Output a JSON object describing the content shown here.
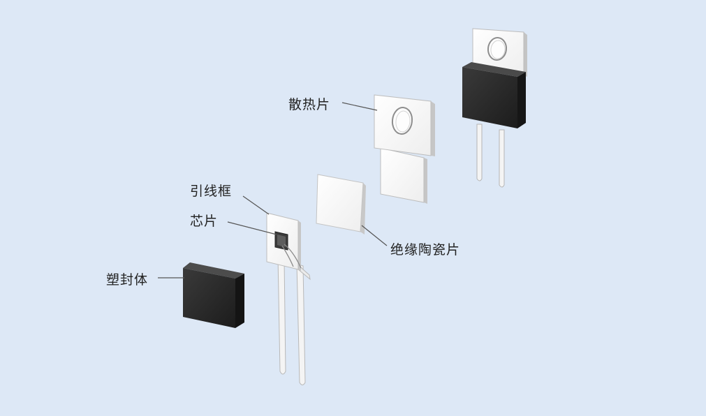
{
  "labels": {
    "heatsink": "散热片",
    "lead_frame": "引线框",
    "chip": "芯片",
    "ceramic": "绝缘陶瓷片",
    "package": "塑封体"
  },
  "colors": {
    "background": "#dde8f6",
    "part_white": "#f7f7f7",
    "edge_grey": "#b9b9b9",
    "epoxy_black": "#2a2a2a",
    "leader_line": "#555555"
  }
}
